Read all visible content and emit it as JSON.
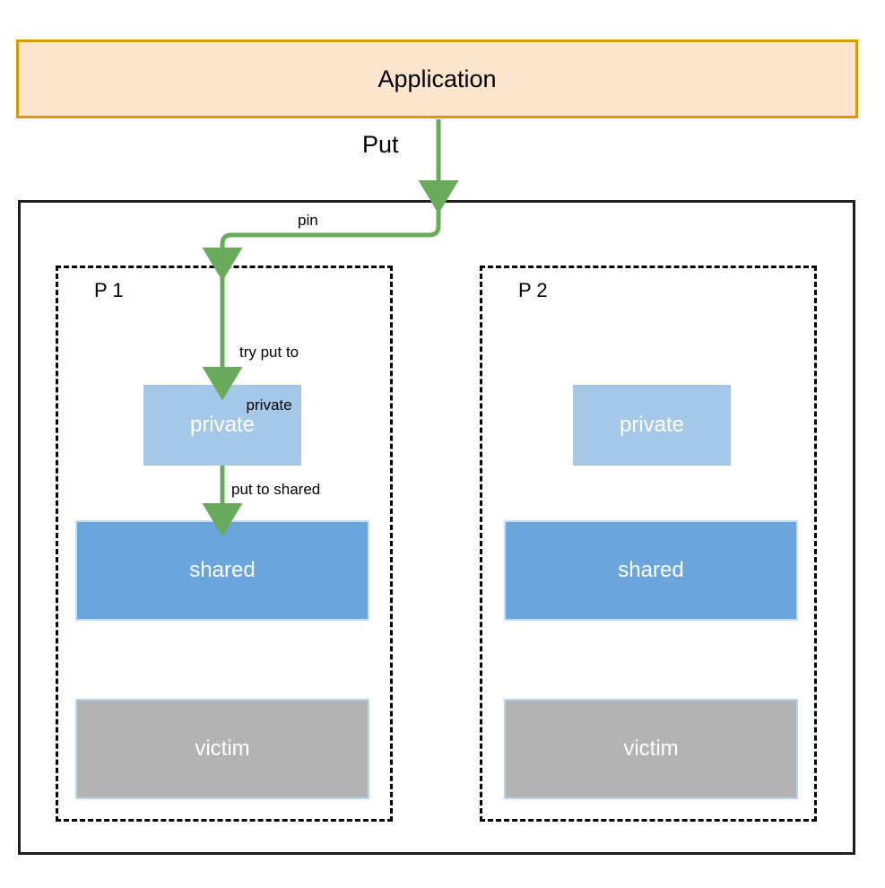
{
  "diagram": {
    "title": "Put path through multi-level cache hierarchy",
    "colors": {
      "application_fill": "#fde5cd",
      "application_stroke": "#d79b00",
      "outer_stroke": "#1f1f1f",
      "process_stroke": "#000000",
      "private_fill": "#a6c8e8",
      "shared_fill": "#6aa6dc",
      "victim_fill": "#b3b3b3",
      "arrow_green": "#67ab5b",
      "cell_label": "#ffffff",
      "text": "#000000",
      "background": "#ffffff"
    }
  },
  "application": {
    "label": "Application"
  },
  "processes": [
    {
      "title": "P 1",
      "cells": [
        {
          "label": "private",
          "level": "private"
        },
        {
          "label": "shared",
          "level": "shared"
        },
        {
          "label": "victim",
          "level": "victim"
        }
      ]
    },
    {
      "title": "P 2",
      "cells": [
        {
          "label": "private",
          "level": "private"
        },
        {
          "label": "shared",
          "level": "shared"
        },
        {
          "label": "victim",
          "level": "victim"
        }
      ]
    }
  ],
  "edges": [
    {
      "id": "put",
      "label": "Put"
    },
    {
      "id": "pin",
      "label": "pin"
    },
    {
      "id": "try-put-private",
      "label": "try put to\nprivate",
      "line1": "try put to",
      "line2": "private"
    },
    {
      "id": "put-to-shared",
      "label": "put to shared"
    }
  ]
}
